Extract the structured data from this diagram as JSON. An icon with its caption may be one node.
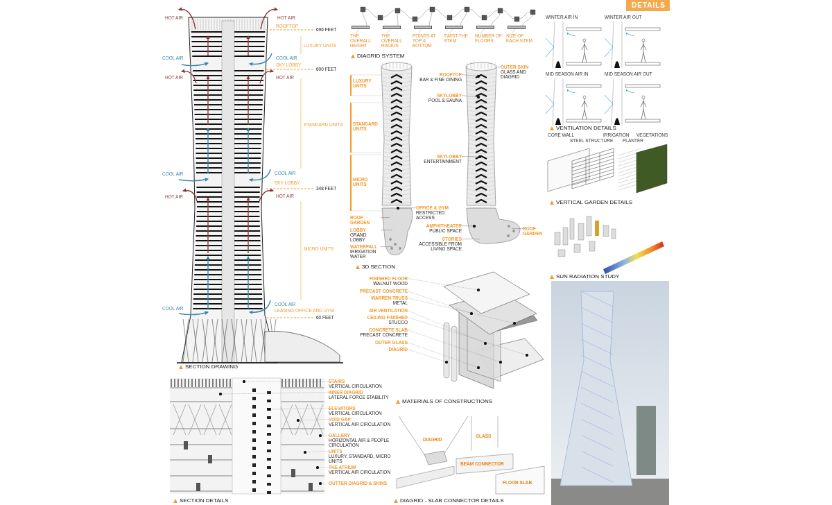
{
  "diagram": {
    "nodes": [
      {
        "text": [
          "THE OVERALL HEIGHT"
        ]
      },
      {
        "text": [
          "THE OVERALL RADIUS"
        ]
      },
      {
        "text": [
          "POINTS AT TOP & BOTTOM"
        ]
      },
      {
        "text": [
          "TWIST THE STEM"
        ]
      },
      {
        "text": [
          "NUMBER OF FLOORS"
        ]
      },
      {
        "text": [
          "SIZE OF EACH STEM"
        ]
      },
      {
        "text": [
          "OUTER SKIN",
          "GLASS AND DIAGRID"
        ]
      },
      {
        "text": [
          "ROOFTOP",
          "BAR & FINE DINING"
        ]
      },
      {
        "text": [
          "SKYLOBBY",
          "POOL & SAUNA"
        ]
      },
      {
        "text": [
          "SKYLOBBY",
          "ENTERTAINMENT"
        ]
      },
      {
        "text": [
          "OFFICE & GYM",
          "RESTRICTED ACCESS"
        ]
      },
      {
        "text": [
          "ROOF GARDEN"
        ]
      },
      {
        "text": [
          "LOBBY",
          "GRAND LOBBY"
        ]
      },
      {
        "text": [
          "WATERFALL",
          "IRRIGATION WATER"
        ]
      },
      {
        "text": [
          "AMPHITHEATER",
          "PUBLIC SPACE"
        ]
      },
      {
        "text": [
          "ROOF GARDEN"
        ]
      },
      {
        "text": [
          "STORIES",
          "ACCESSIBLE FROM LIVING SPACE"
        ]
      },
      {
        "text": [
          "FINISHED FLOOR",
          "WALNUT WOOD"
        ]
      },
      {
        "text": [
          "PRECAST CONCRETE"
        ]
      },
      {
        "text": [
          "WARREN TRUSS",
          "METAL"
        ]
      },
      {
        "text": [
          "AIR VENTILATION"
        ]
      },
      {
        "text": [
          "CEILING FINISHED",
          "STUCCO"
        ]
      },
      {
        "text": [
          "CONCRETE SLAB",
          "PRECAST CONCRETE"
        ]
      },
      {
        "text": [
          "OUTER GLASS"
        ]
      },
      {
        "text": [
          "DIAGRID"
        ]
      },
      {
        "text": [
          "STAIRS",
          "VERTICAL CIRCULATION"
        ]
      },
      {
        "text": [
          "INNER DIAGRID",
          "LATERAL FORCE STABILITY"
        ]
      },
      {
        "text": [
          "ELEVATORS",
          "VERTICAL CIRCULATION"
        ]
      },
      {
        "text": [
          "VOID GAP",
          "VERTICAL AIR CIRCULATION"
        ]
      },
      {
        "text": [
          "GALLERY",
          "HORIZONTAL AIR & PEOPLE CIRCULATION"
        ]
      },
      {
        "text": [
          "UNITS",
          "LUXURY, STANDARD, MICRO UNITS"
        ]
      },
      {
        "text": [
          "THE ATRIUM",
          "VERTICAL AIR CIRCULATION"
        ]
      },
      {
        "text": [
          "OUTTER DIAGRID & SKINS"
        ]
      },
      {
        "text": [],
        "shape": "bar"
      },
      {
        "text": [],
        "shape": "bar"
      },
      {
        "text": [],
        "shape": "bar"
      },
      {
        "text": [],
        "shape": "bar"
      },
      {
        "text": [],
        "shape": "bar"
      },
      {
        "text": [],
        "shape": "bar"
      },
      {
        "text": [],
        "shape": "circle"
      },
      {
        "text": [],
        "shape": "circle"
      },
      {
        "text": [],
        "shape": "circle"
      },
      {
        "text": [],
        "shape": "circle"
      },
      {
        "text": [],
        "shape": "circle"
      },
      {
        "text": [],
        "shape": "circle"
      },
      {
        "text": [],
        "shape": "circle"
      },
      {
        "text": [],
        "shape": "circle"
      },
      {
        "text": [],
        "shape": "circle"
      },
      {
        "text": [],
        "shape": "circle"
      },
      {
        "text": [],
        "shape": "circle"
      },
      {
        "text": [],
        "shape": "circle"
      },
      {
        "text": [],
        "shape": "circle"
      },
      {
        "text": [],
        "shape": "circle"
      },
      {
        "text": [],
        "shape": "circle"
      },
      {
        "text": [],
        "shape": "circle"
      },
      {
        "text": [],
        "shape": "circle"
      },
      {
        "text": [],
        "shape": "circle"
      },
      {
        "text": [],
        "shape": "circle"
      },
      {
        "text": [],
        "shape": "circle"
      },
      {
        "text": [],
        "shape": "circle"
      }
    ],
    "edges": [
      {
        "from": 0,
        "to": 33,
        "arrow": "none",
        "color": "#f39a2e"
      },
      {
        "from": 1,
        "to": 34,
        "arrow": "none",
        "color": "#f39a2e"
      },
      {
        "from": 2,
        "to": 35,
        "arrow": "none",
        "color": "#f39a2e"
      },
      {
        "from": 3,
        "to": 36,
        "arrow": "none",
        "color": "#f39a2e"
      },
      {
        "from": 4,
        "to": 37,
        "arrow": "none",
        "color": "#f39a2e"
      },
      {
        "from": 5,
        "to": 38,
        "arrow": "none",
        "color": "#f39a2e"
      },
      {
        "from": 6,
        "to": null,
        "arrow": "none"
      },
      {
        "from": 7,
        "to": 39,
        "arrow": "none"
      },
      {
        "from": 8,
        "to": 40,
        "arrow": "none"
      },
      {
        "from": 9,
        "to": 41,
        "arrow": "none"
      },
      {
        "from": 10,
        "to": 42,
        "arrow": "none"
      },
      {
        "from": 11,
        "to": null,
        "arrow": "none"
      },
      {
        "from": 12,
        "to": null,
        "arrow": "none"
      },
      {
        "from": 13,
        "to": null,
        "arrow": "none"
      },
      {
        "from": 14,
        "to": 43,
        "arrow": "none"
      },
      {
        "from": 15,
        "to": null,
        "arrow": "none"
      },
      {
        "from": 16,
        "to": null,
        "arrow": "none"
      },
      {
        "from": 17,
        "to": 44,
        "arrow": "none",
        "style": "dashed"
      },
      {
        "from": 18,
        "to": 45,
        "arrow": "none",
        "style": "dashed"
      },
      {
        "from": 19,
        "to": 46,
        "arrow": "none",
        "style": "dashed"
      },
      {
        "from": 20,
        "to": 47,
        "arrow": "none",
        "style": "dashed"
      },
      {
        "from": 21,
        "to": 48,
        "arrow": "none",
        "style": "dashed"
      },
      {
        "from": 22,
        "to": 49,
        "arrow": "none",
        "style": "dashed"
      },
      {
        "from": 23,
        "to": 50,
        "arrow": "none",
        "style": "dashed"
      },
      {
        "from": 24,
        "to": 51,
        "arrow": "none",
        "style": "dashed"
      },
      {
        "from": 25,
        "to": 52,
        "arrow": "none",
        "style": "dashed"
      },
      {
        "from": 26,
        "to": 53,
        "arrow": "none",
        "style": "dashed"
      },
      {
        "from": 27,
        "to": 54,
        "arrow": "none",
        "style": "dashed"
      },
      {
        "from": 28,
        "to": 55,
        "arrow": "none",
        "style": "dashed"
      },
      {
        "from": 29,
        "to": 59,
        "arrow": "none",
        "style": "dashed"
      },
      {
        "from": 30,
        "to": 56,
        "arrow": "none",
        "style": "dashed"
      },
      {
        "from": 31,
        "to": 57,
        "arrow": "none",
        "style": "dashed"
      },
      {
        "from": 32,
        "to": 58,
        "arrow": "none",
        "style": "dashed"
      }
    ],
    "labels": [
      "HOT AIR",
      "HOT AIR",
      "ROOFTOP",
      "696 FEET",
      "LUXURY UNITS",
      "COOL AIR",
      "COOL AIR",
      "SKY LOBBY",
      "600 FEET",
      "HOT AIR",
      "HOT AIR",
      "STANDARD UNITS",
      "COOL AIR",
      "COOL AIR",
      "SKY LOBBY",
      "348 FEET",
      "HOT AIR",
      "HOT AIR",
      "MICRO UNITS",
      "COOL AIR",
      "COOL AIR",
      "LEASING OFFICE AND GYM",
      "60 FEET",
      "SECTION DRAWING",
      "DIAGRID SYSTEM",
      "LUXURY UNITS",
      "STANDARD UNITS",
      "MICRO UNITS",
      "3D SECTION",
      "MATERIALS OF CONSTRUCTIONS",
      "SECTION DETAILS",
      "DIAGRID",
      "GLASS",
      "BEAM CONNECTOR",
      "FLOOR SLAB",
      "DIAGRID - SLAB CONNECTOR DETAILS",
      "DETAILS",
      "WINTER AIR IN",
      "WINTER AIR OUT",
      "MID SEASON AIR IN",
      "MID SEASON AIR OUT",
      "VENTILATION DETAILS",
      "CORE WALL",
      "STEEL STRUCTURE",
      "IRRIGATION",
      "PLANTER",
      "VEGETATIONS",
      "VERTICAL GARDEN DETAILS",
      "SUN RADIATION STUDY"
    ]
  }
}
